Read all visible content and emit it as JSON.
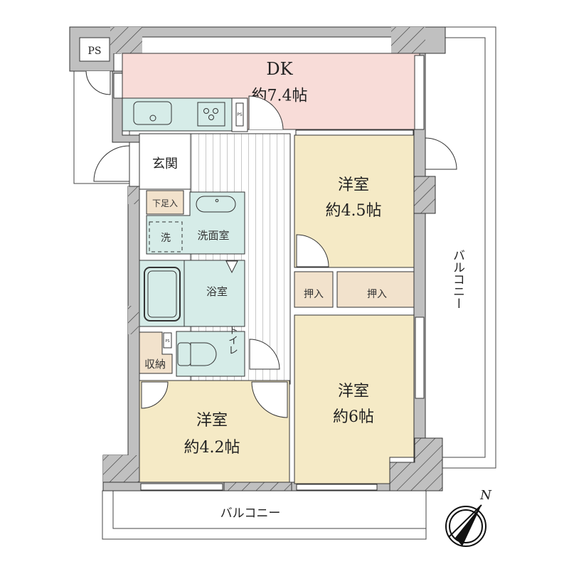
{
  "colors": {
    "wall": "#c0c0c0",
    "dk": "#f8dcd8",
    "western_room": "#f5eac6",
    "wet_area": "#d6ece8",
    "storage": "#f2e2cc",
    "outline": "#333333",
    "background": "#ffffff"
  },
  "rooms": {
    "dk": {
      "name": "DK",
      "size": "約7.4帖"
    },
    "entrance": {
      "name": "玄関"
    },
    "shoe_storage": {
      "name": "下足入"
    },
    "washroom": {
      "name": "洗面室"
    },
    "washer": {
      "name": "洗"
    },
    "bathroom": {
      "name": "浴室"
    },
    "toilet": {
      "name": "トイレ"
    },
    "storage": {
      "name": "収納"
    },
    "western_1": {
      "name": "洋室",
      "size": "約4.5帖"
    },
    "closet_1": {
      "name": "押入"
    },
    "closet_2": {
      "name": "押入"
    },
    "western_2": {
      "name": "洋室",
      "size": "約6帖"
    },
    "western_3": {
      "name": "洋室",
      "size": "約4.2帖"
    },
    "balcony_east": {
      "name": "バルコニー"
    },
    "balcony_south": {
      "name": "バルコニー"
    }
  },
  "labels": {
    "ps_outside": "PS",
    "ps_kitchen": "PS",
    "ps_toilet": "PS"
  },
  "compass": {
    "north_label": "N"
  }
}
